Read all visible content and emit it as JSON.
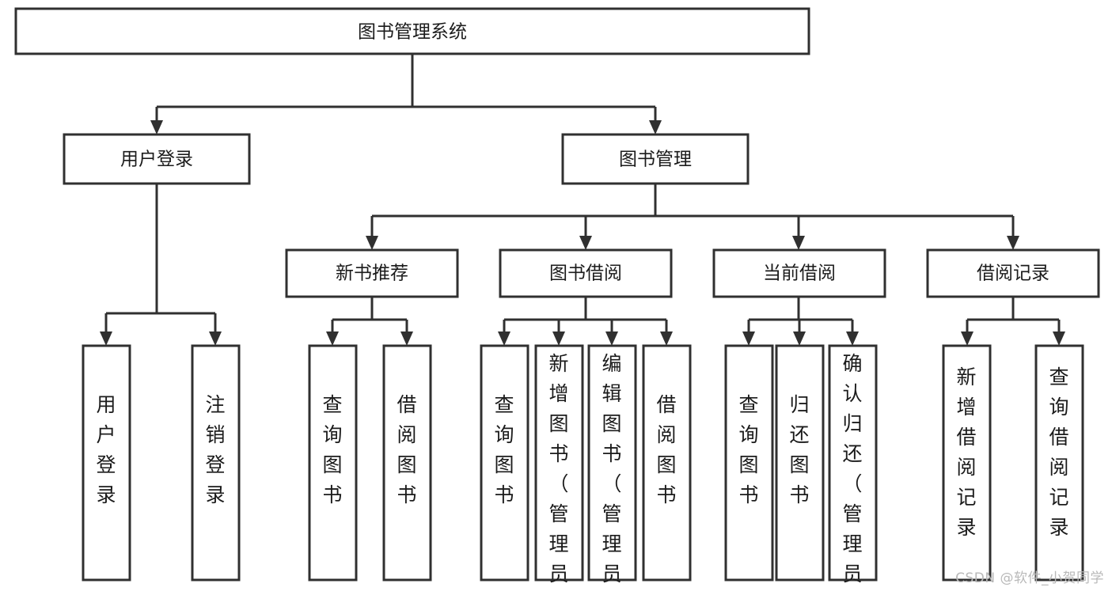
{
  "diagram": {
    "type": "tree",
    "orientation": "top-down",
    "title": "图书管理系统",
    "root": {
      "id": "root",
      "label": "图书管理系统"
    },
    "level2": [
      {
        "id": "user-login",
        "label": "用户登录"
      },
      {
        "id": "book-manage",
        "label": "图书管理"
      }
    ],
    "level3": [
      {
        "id": "new-book-recommend",
        "label": "新书推荐",
        "parent": "book-manage"
      },
      {
        "id": "book-borrow",
        "label": "图书借阅",
        "parent": "book-manage"
      },
      {
        "id": "current-borrow",
        "label": "当前借阅",
        "parent": "book-manage"
      },
      {
        "id": "borrow-record",
        "label": "借阅记录",
        "parent": "book-manage"
      }
    ],
    "leaves": [
      {
        "id": "leaf-user-login",
        "label": "用户登录",
        "parent": "user-login"
      },
      {
        "id": "leaf-logout-login",
        "label": "注销登录",
        "parent": "user-login"
      },
      {
        "id": "leaf-query-book-1",
        "label": "查询图书",
        "parent": "new-book-recommend"
      },
      {
        "id": "leaf-borrow-book-1",
        "label": "借阅图书",
        "parent": "new-book-recommend"
      },
      {
        "id": "leaf-query-book-2",
        "label": "查询图书",
        "parent": "book-borrow"
      },
      {
        "id": "leaf-add-book",
        "label": "新增图书（管理员）",
        "parent": "book-borrow"
      },
      {
        "id": "leaf-edit-book",
        "label": "编辑图书（管理员）",
        "parent": "book-borrow"
      },
      {
        "id": "leaf-borrow-book-2",
        "label": "借阅图书",
        "parent": "book-borrow"
      },
      {
        "id": "leaf-query-book-3",
        "label": "查询图书",
        "parent": "current-borrow"
      },
      {
        "id": "leaf-return-book",
        "label": "归还图书",
        "parent": "current-borrow"
      },
      {
        "id": "leaf-confirm-return",
        "label": "确认归还（管理员）",
        "parent": "current-borrow"
      },
      {
        "id": "leaf-add-record",
        "label": "新增借阅记录",
        "parent": "borrow-record"
      },
      {
        "id": "leaf-query-record",
        "label": "查询借阅记录",
        "parent": "borrow-record"
      }
    ],
    "colors": {
      "stroke": "#303030",
      "fill": "#ffffff",
      "text": "#1b1b1b",
      "watermark": "#b9b9b9"
    }
  },
  "watermark": {
    "text": "CSDN @软件_小贺同学"
  }
}
